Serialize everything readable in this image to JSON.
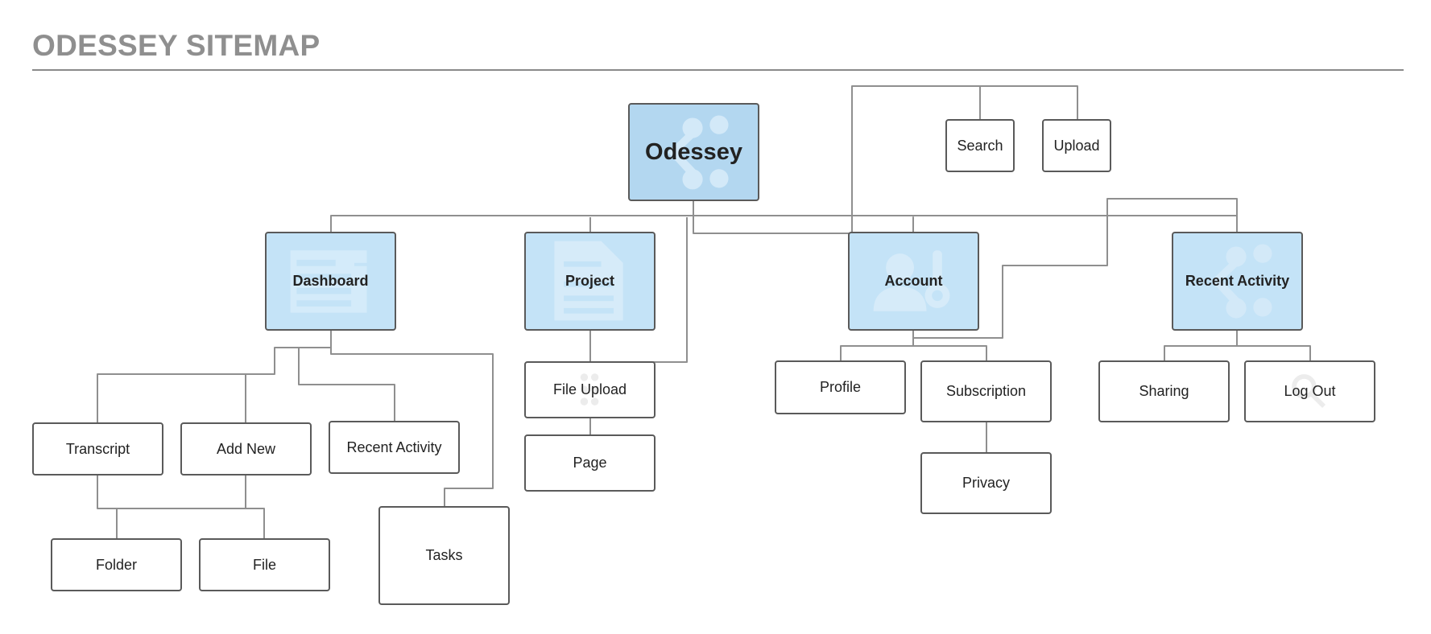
{
  "title": "ODESSEY SITEMAP",
  "nodes": {
    "root": "Odessey",
    "search": "Search",
    "upload": "Upload",
    "dashboard": "Dashboard",
    "project": "Project",
    "account": "Account",
    "recent_activity": "Recent Activity",
    "transcript": "Transcript",
    "add_new": "Add New",
    "dashboard_recent_activity": "Recent Activity",
    "tasks": "Tasks",
    "folder": "Folder",
    "file": "File",
    "file_upload": "File Upload",
    "page": "Page",
    "profile": "Profile",
    "subscription": "Subscription",
    "privacy": "Privacy",
    "sharing": "Sharing",
    "log_out": "Log Out"
  },
  "icons": {
    "root": "share-icon",
    "dashboard": "document-list-icon",
    "project": "document-icon",
    "account": "user-key-icon",
    "recent_activity": "share-icon",
    "file_upload": "grid-dots-icon",
    "log_out": "magnifier-icon"
  },
  "colors": {
    "primary_fill": "#c4e3f7",
    "root_fill": "#b3d7f0",
    "connector": "#8a8a8a",
    "title": "#8f8f8f"
  }
}
